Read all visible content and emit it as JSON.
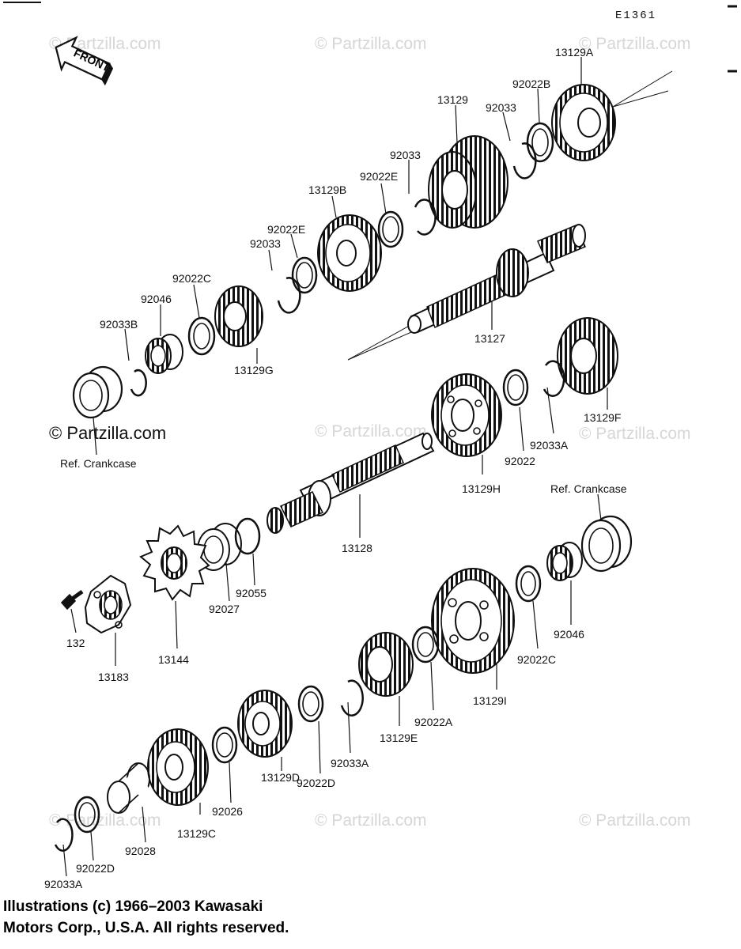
{
  "diagram_code": "E1361",
  "front_label": "FRONT",
  "watermark": "© Partzilla.com",
  "labels": {
    "l_13129A": "13129A",
    "l_92022B": "92022B",
    "l_92033_1": "92033",
    "l_13129": "13129",
    "l_92033_2": "92033",
    "l_92022E_1": "92022E",
    "l_13129B": "13129B",
    "l_92022E_2": "92022E",
    "l_92033_3": "92033",
    "l_92022C_1": "92022C",
    "l_92046_1": "92046",
    "l_92033B": "92033B",
    "l_13129G": "13129G",
    "l_13127": "13127",
    "l_13129F": "13129F",
    "l_92033A_1": "92033A",
    "l_92022": "92022",
    "l_13129H": "13129H",
    "l_ref_crankcase_1": "Ref. Crankcase",
    "l_ref_crankcase_2": "Ref. Crankcase",
    "l_13128": "13128",
    "l_92055": "92055",
    "l_92027": "92027",
    "l_132": "132",
    "l_13183": "13183",
    "l_13144": "13144",
    "l_92046_2": "92046",
    "l_92022C_2": "92022C",
    "l_13129I": "13129I",
    "l_92022A": "92022A",
    "l_13129E": "13129E",
    "l_92033A_2": "92033A",
    "l_92022D_1": "92022D",
    "l_13129D": "13129D",
    "l_92026": "92026",
    "l_13129C": "13129C",
    "l_92028": "92028",
    "l_92022D_2": "92022D",
    "l_92033A_3": "92033A"
  },
  "copyright_line1": "Illustrations (c) 1966–2003 Kawasaki",
  "copyright_line2": "Motors Corp., U.S.A.  All rights reserved."
}
